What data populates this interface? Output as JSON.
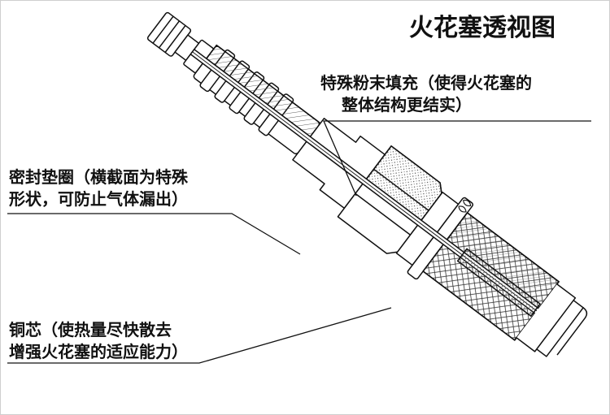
{
  "title": "火花塞透视图",
  "callouts": [
    {
      "id": "powder",
      "lines": [
        "特殊粉末填充（使得火花塞的",
        "整体结构更结实）"
      ]
    },
    {
      "id": "gasket",
      "lines": [
        "密封垫圈（横截面为特殊",
        "形状，可防止气体漏出）"
      ]
    },
    {
      "id": "core",
      "lines": [
        "铜芯（使热量尽快散去",
        "增强火花塞的适应能力）"
      ]
    }
  ],
  "colors": {
    "ink": "#111111",
    "background": "#ffffff",
    "hatch": "#555555",
    "frame": "#cfcfcf"
  }
}
